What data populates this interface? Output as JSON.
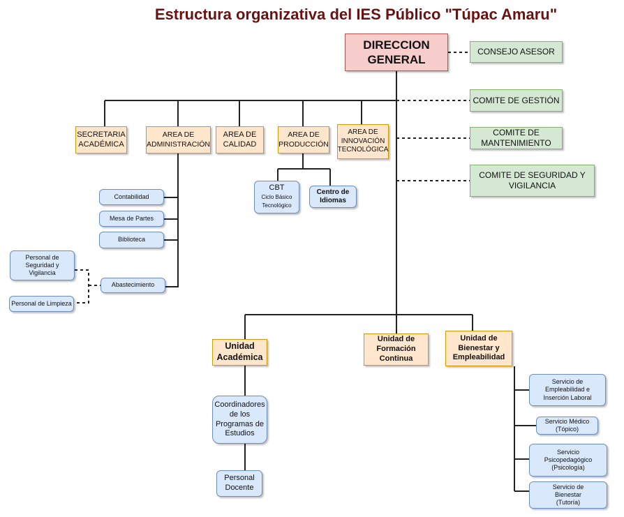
{
  "title": "Estructura organizativa del IES Público \"Túpac Amaru\"",
  "direccion": "DIRECCION GENERAL",
  "comites": [
    "CONSEJO ASESOR",
    "COMITE DE GESTIÓN",
    "COMITE DE MANTENIMIENTO",
    "COMITE DE SEGURIDAD Y VIGILANCIA"
  ],
  "areas": [
    "SECRETARIA ACADÉMICA",
    "AREA DE ADMINISTRACIÓN",
    "AREA DE CALIDAD",
    "AREA DE PRODUCCIÓN",
    "AREA DE INNOVACIÓN TECNOLÓGICA"
  ],
  "admin_units": [
    "Contabilidad",
    "Mesa de Partes",
    "Biblioteca",
    "Abastecimiento"
  ],
  "abastecimiento_staff": [
    "Personal de Seguridad y Vigilancia",
    "Personal de Limpieza"
  ],
  "produccion_units": {
    "cbt": "CBT",
    "cbt_sub": "Ciclo Básico Tecnológico",
    "idiomas": "Centro de Idiomas"
  },
  "unidades": [
    "Unidad Académica",
    "Unidad de Formación Continua",
    "Unidad de Bienestar y Empleabilidad"
  ],
  "academica_units": [
    "Coordinadores de los Programas de Estudios",
    "Personal Docente"
  ],
  "bienestar_units": [
    "Servicio de Empleabilidad e Inserción Laboral",
    "Servicio Médico (Tópico)",
    "Servicio Psicopedagógico (Psicología)",
    "Servicio de Bienestar (Tutoría)"
  ],
  "colors": {
    "title": "#6b1111",
    "direccion": "#f8cecc",
    "comite": "#d5e8d4",
    "area": "#ffe6cc",
    "unit": "#dae8fc"
  }
}
